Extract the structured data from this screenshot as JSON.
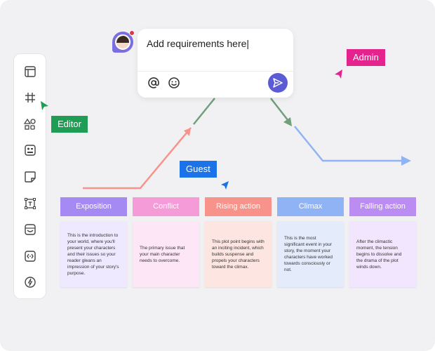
{
  "chat": {
    "input_value": "Add requirements here|",
    "mention_icon": "at-icon",
    "emoji_icon": "smile-icon",
    "send_icon": "send-icon"
  },
  "toolbar": {
    "items": [
      {
        "icon": "layout-icon"
      },
      {
        "icon": "frame-grid-icon"
      },
      {
        "icon": "shapes-icon"
      },
      {
        "icon": "components-icon"
      },
      {
        "icon": "sticky-note-icon"
      },
      {
        "icon": "text-box-icon"
      },
      {
        "icon": "embed-icon"
      },
      {
        "icon": "code-icon"
      },
      {
        "icon": "lightning-icon"
      }
    ]
  },
  "collaborators": {
    "editor": {
      "label": "Editor",
      "color": "#1f9d55"
    },
    "admin": {
      "label": "Admin",
      "color": "#e5238f"
    },
    "guest": {
      "label": "Guest",
      "color": "#1a73e8"
    }
  },
  "stages": [
    {
      "title": "Exposition",
      "header_color": "#a48af2",
      "card_color": "#efe9ff",
      "text": "This is the introduction to your world, where you'll present your characters and their issues so your reader gleans an impression of your story's purpose."
    },
    {
      "title": "Conflict",
      "header_color": "#f59bd8",
      "card_color": "#fde6f6",
      "text": "The primary issue that your main character needs to overcome."
    },
    {
      "title": "Rising action",
      "header_color": "#f7938a",
      "card_color": "#fde5e1",
      "text": "This plot point begins with an inciting incident, which builds suspense and propels your characters toward the climax."
    },
    {
      "title": "Climax",
      "header_color": "#8fb3f5",
      "card_color": "#e4ecfc",
      "text": "This is the most significant event in your story, the moment your characters have worked towards consciously or not."
    },
    {
      "title": "Falling action",
      "header_color": "#bb8cf2",
      "card_color": "#f1e6fd",
      "text": "After the climactic moment, the tension begins to dissolve and the drama of the plot winds down."
    }
  ]
}
